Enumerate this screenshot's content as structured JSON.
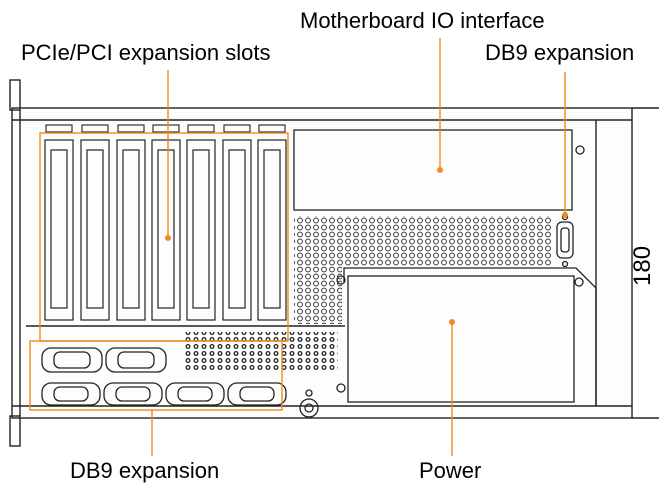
{
  "labels": {
    "motherboard_io": "Motherboard IO interface",
    "pcie_slots": "PCIe/PCI expansion slots",
    "db9_top": "DB9 expansion",
    "db9_bottom": "DB9 expansion",
    "power": "Power",
    "dimension": "180"
  },
  "colors": {
    "callout": "#f08a1e",
    "line": "#222222",
    "panel": "#f7f7f7"
  }
}
